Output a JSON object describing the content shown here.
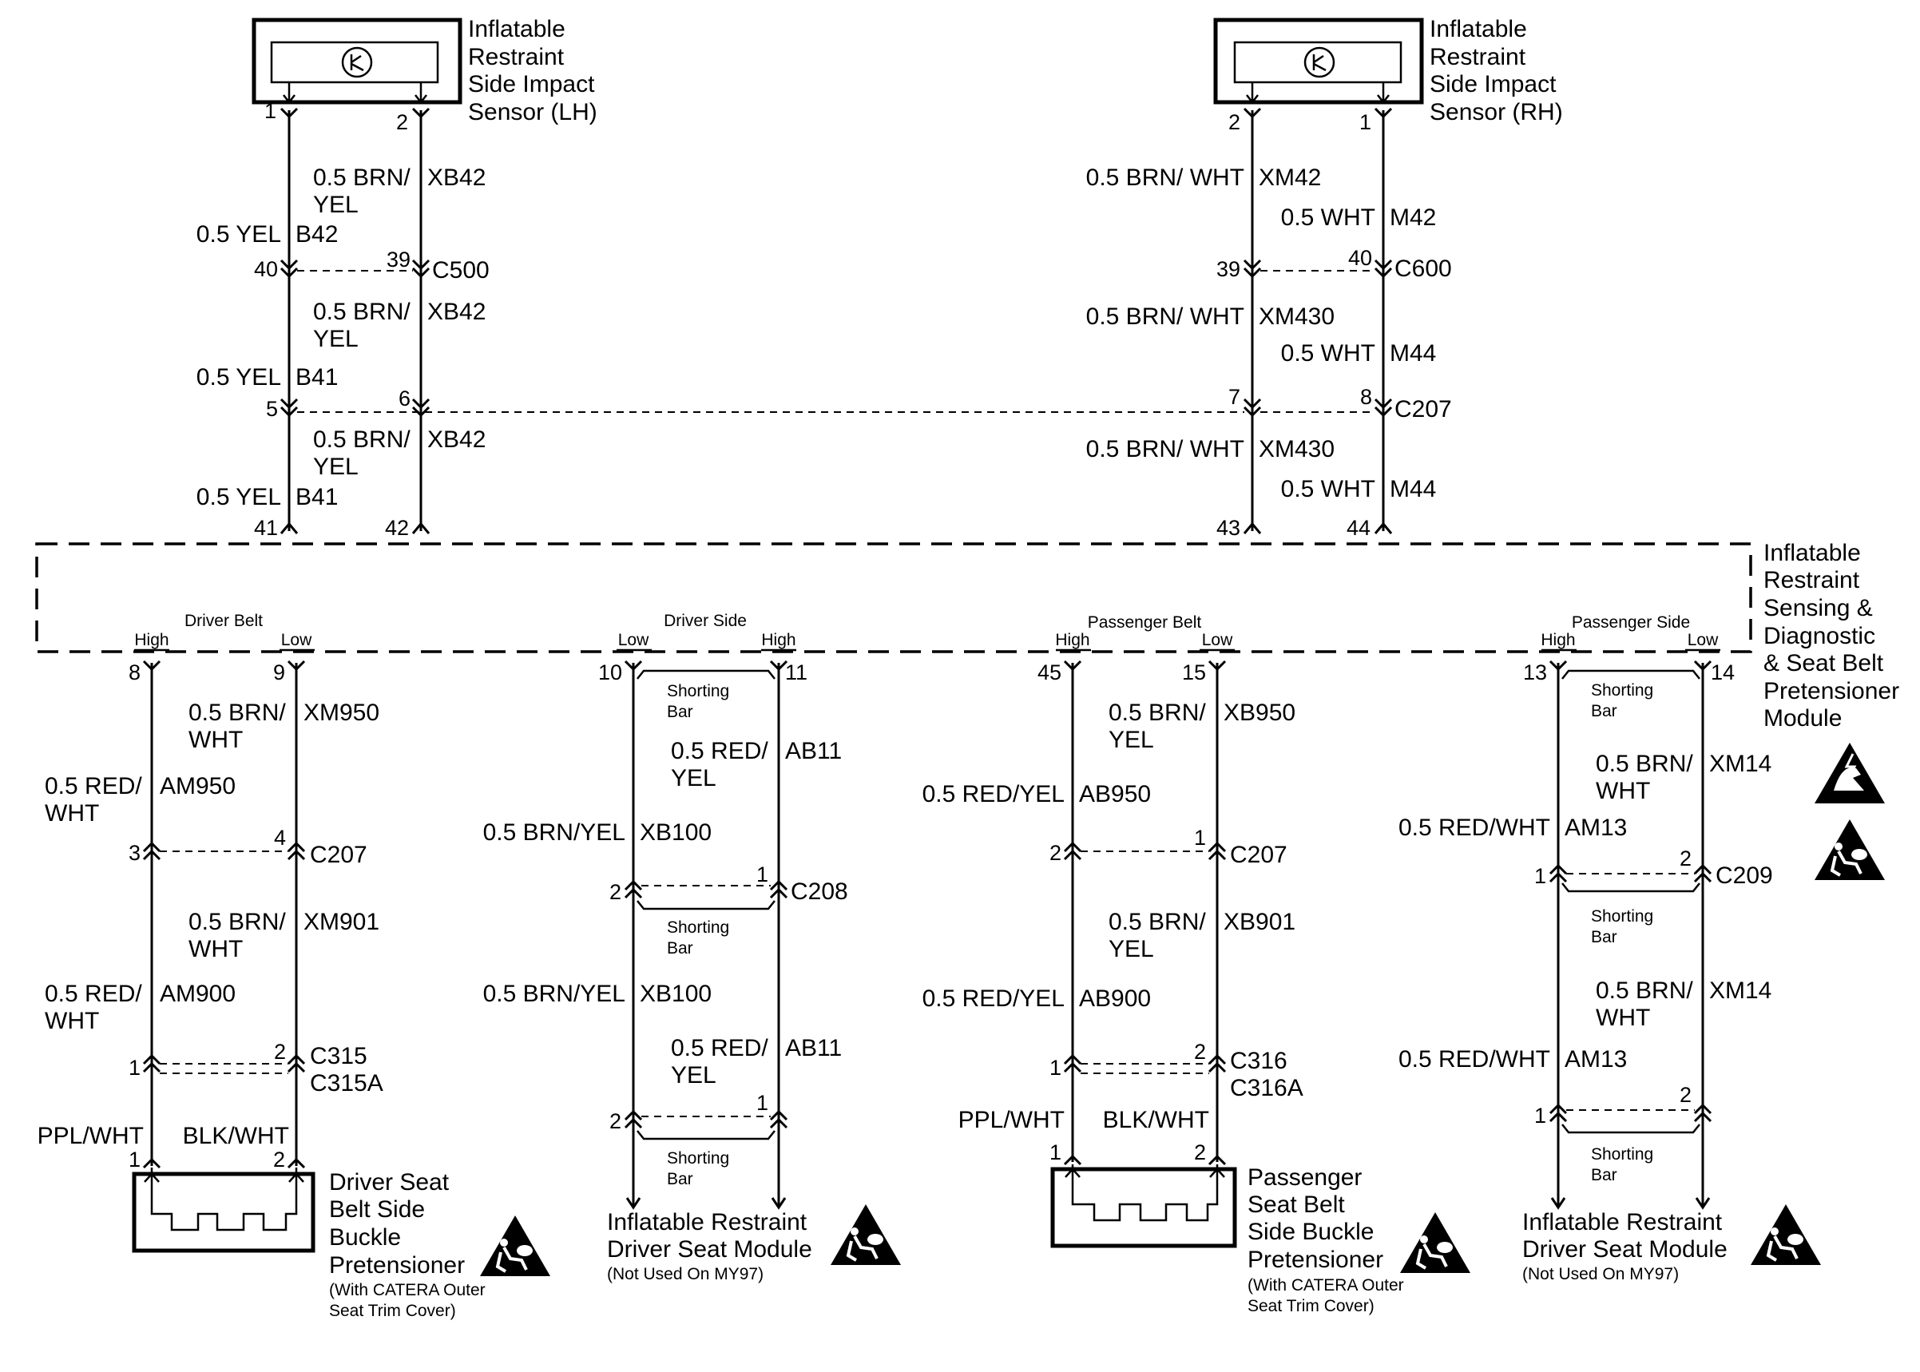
{
  "lh_sensor": {
    "title": [
      "Inflatable",
      "Restraint",
      "Side Impact",
      "Sensor (LH)"
    ],
    "pins": [
      "1",
      "2"
    ]
  },
  "rh_sensor": {
    "title": [
      "Inflatable",
      "Restraint",
      "Side Impact",
      "Sensor (RH)"
    ],
    "pins": [
      "2",
      "1"
    ]
  },
  "lh_upper": {
    "seg1": {
      "brn": [
        "0.5 BRN/",
        "YEL"
      ],
      "brn_circuit": "XB42",
      "yel": "0.5 YEL",
      "yel_circuit": "B42"
    },
    "c500": {
      "name": "C500",
      "pin_left": "40",
      "pin_right": "39"
    },
    "seg2": {
      "brn": [
        "0.5 BRN/",
        "YEL"
      ],
      "brn_circuit": "XB42",
      "yel": "0.5 YEL",
      "yel_circuit": "B41"
    },
    "c207": {
      "pin_left": "5",
      "pin_right": "6"
    },
    "seg3": {
      "brn": [
        "0.5 BRN/",
        "YEL"
      ],
      "brn_circuit": "XB42",
      "yel": "0.5 YEL",
      "yel_circuit": "B41"
    },
    "module_pins": [
      "41",
      "42"
    ]
  },
  "rh_upper": {
    "seg1": {
      "brn": "0.5 BRN/ WHT",
      "brn_circuit": "XM42",
      "wht": "0.5 WHT",
      "wht_circuit": "M42"
    },
    "c600": {
      "name": "C600",
      "pin_left": "39",
      "pin_right": "40"
    },
    "seg2": {
      "brn": "0.5 BRN/ WHT",
      "brn_circuit": "XM430",
      "wht": "0.5 WHT",
      "wht_circuit": "M44"
    },
    "c207": {
      "name": "C207",
      "pin_left": "7",
      "pin_right": "8"
    },
    "seg3": {
      "brn": "0.5 BRN/ WHT",
      "brn_circuit": "XM430",
      "wht": "0.5 WHT",
      "wht_circuit": "M44"
    },
    "module_pins": [
      "43",
      "44"
    ]
  },
  "module": {
    "title": [
      "Inflatable",
      "Restraint",
      "Sensing &",
      "Diagnostic",
      "& Seat Belt",
      "Pretensioner",
      "Module"
    ],
    "groups": [
      {
        "name": "Driver Belt",
        "left": "High",
        "right": "Low"
      },
      {
        "name": "Driver Side",
        "left": "Low",
        "right": "High"
      },
      {
        "name": "Passenger Belt",
        "left": "High",
        "right": "Low"
      },
      {
        "name": "Passenger Side",
        "left": "High",
        "right": "Low"
      }
    ]
  },
  "driver_belt": {
    "pins": [
      "8",
      "9"
    ],
    "w1": {
      "brn": [
        "0.5 BRN/",
        "WHT"
      ],
      "brn_circuit": "XM950",
      "red": [
        "0.5 RED/",
        "WHT"
      ],
      "red_circuit": "AM950"
    },
    "c207": {
      "name": "C207",
      "pin_left": "3",
      "pin_right": "4"
    },
    "w2": {
      "brn": [
        "0.5 BRN/",
        "WHT"
      ],
      "brn_circuit": "XM901",
      "red": [
        "0.5 RED/",
        "WHT"
      ],
      "red_circuit": "AM900"
    },
    "c315": {
      "name1": "C315",
      "name2": "C315A",
      "pin_left": "1",
      "pin_right": "2"
    },
    "w3": {
      "left": "PPL/WHT",
      "right": "BLK/WHT"
    },
    "device": {
      "pins": [
        "1",
        "2"
      ],
      "title": [
        "Driver Seat",
        "Belt Side",
        "Buckle",
        "Pretensioner"
      ],
      "note": [
        "(With CATERA Outer",
        "Seat Trim Cover)"
      ]
    }
  },
  "driver_side": {
    "pins": [
      "10",
      "11"
    ],
    "shorting_bar": [
      "Shorting",
      "Bar"
    ],
    "w1": {
      "color": [
        "0.5 RED/",
        "YEL"
      ],
      "circuit": "AB11",
      "brn": "0.5 BRN/YEL",
      "brn_circuit": "XB100"
    },
    "c208": {
      "name": "C208",
      "pin_left": "2",
      "pin_right": "1"
    },
    "w2": {
      "brn": "0.5 BRN/YEL",
      "brn_circuit": "XB100",
      "color": [
        "0.5 RED/",
        "YEL"
      ],
      "circuit": "AB11"
    },
    "c_lower": {
      "pin_left": "2",
      "pin_right": "1"
    },
    "device": {
      "title": [
        "Inflatable Restraint",
        "Driver Seat Module"
      ],
      "note": "(Not Used On MY97)"
    }
  },
  "passenger_belt": {
    "pins": [
      "45",
      "15"
    ],
    "w1": {
      "brn": [
        "0.5 BRN/",
        "YEL"
      ],
      "brn_circuit": "XB950",
      "red": "0.5 RED/YEL",
      "red_circuit": "AB950"
    },
    "c207": {
      "name": "C207",
      "pin_left": "2",
      "pin_right": "1"
    },
    "w2": {
      "brn": [
        "0.5 BRN/",
        "YEL"
      ],
      "brn_circuit": "XB901",
      "red": "0.5 RED/YEL",
      "red_circuit": "AB900"
    },
    "c316": {
      "name1": "C316",
      "name2": "C316A",
      "pin_left": "1",
      "pin_right": "2"
    },
    "w3": {
      "left": "PPL/WHT",
      "right": "BLK/WHT"
    },
    "device": {
      "pins": [
        "1",
        "2"
      ],
      "title": [
        "Passenger",
        "Seat Belt",
        "Side Buckle",
        "Pretensioner"
      ],
      "note": [
        "(With CATERA Outer",
        "Seat Trim Cover)"
      ]
    }
  },
  "passenger_side": {
    "pins": [
      "13",
      "14"
    ],
    "shorting_bar": [
      "Shorting",
      "Bar"
    ],
    "w1": {
      "brn": [
        "0.5 BRN/",
        "WHT"
      ],
      "brn_circuit": "XM14",
      "red": "0.5 RED/WHT",
      "red_circuit": "AM13"
    },
    "c209": {
      "name": "C209",
      "pin_left": "1",
      "pin_right": "2"
    },
    "w2": {
      "brn": [
        "0.5 BRN/",
        "WHT"
      ],
      "brn_circuit": "XM14",
      "red": "0.5 RED/WHT",
      "red_circuit": "AM13"
    },
    "c_lower": {
      "pin_left": "1",
      "pin_right": "2"
    },
    "device": {
      "title": [
        "Inflatable Restraint",
        "Driver Seat Module"
      ],
      "note": "(Not Used On MY97)"
    }
  },
  "icons": [
    "esd-sensitive-icon",
    "airbag-warning-icon"
  ]
}
